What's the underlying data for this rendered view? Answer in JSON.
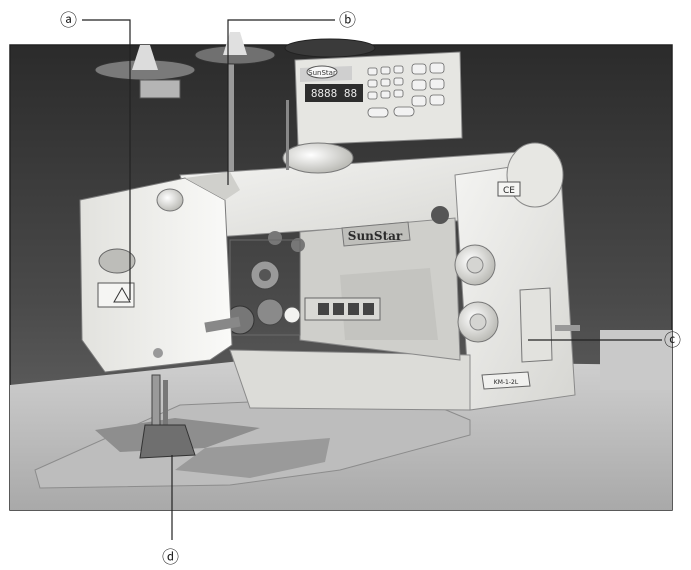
{
  "callouts": [
    {
      "id": "a",
      "label": "ⓐ"
    },
    {
      "id": "b",
      "label": "ⓑ"
    },
    {
      "id": "c",
      "label": "ⓒ"
    },
    {
      "id": "d",
      "label": "ⓓ"
    }
  ],
  "machine": {
    "brand_logo_text": "SunStar",
    "model_plate_text": "KM-1-2L",
    "ce_mark": "CE",
    "controller_logo_text": "SunStar",
    "controller_display_text": "8888 88"
  }
}
